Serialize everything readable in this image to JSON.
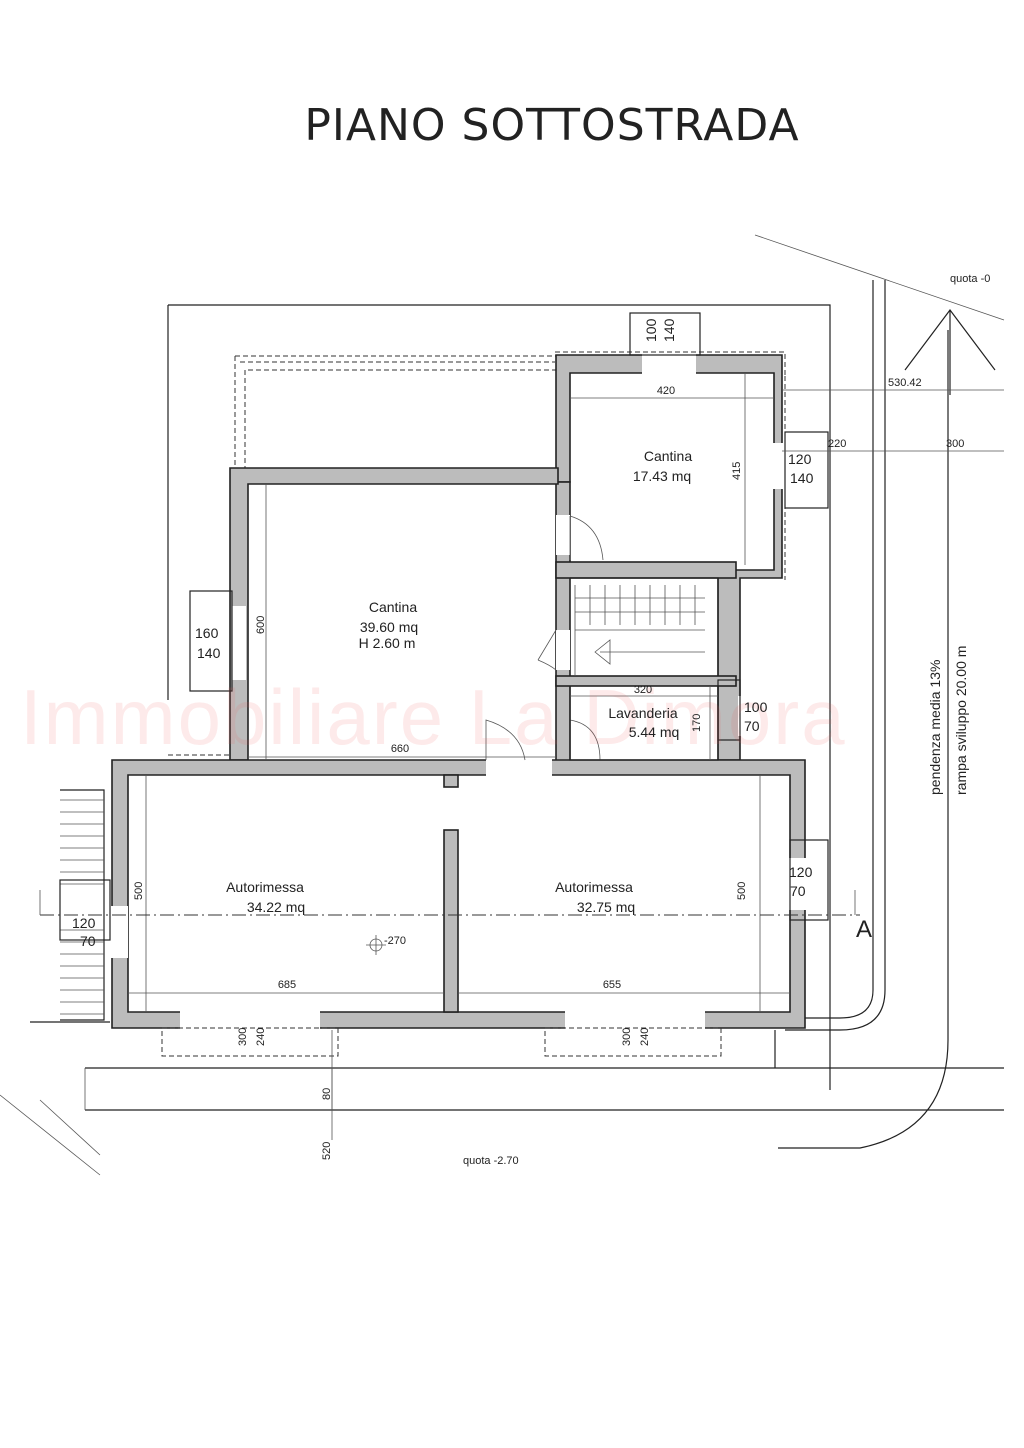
{
  "title": "PIANO SOTTOSTRADA",
  "watermark": "Immobiliare La Dimora",
  "colors": {
    "wall_fill": "#bcbcbc",
    "line": "#222222",
    "watermark": "#ec5a5a"
  },
  "rooms": {
    "cantina_small": {
      "name": "Cantina",
      "area": "17.43 mq"
    },
    "cantina_large": {
      "name": "Cantina",
      "area": "39.60 mq",
      "height": "H 2.60 m"
    },
    "lavanderia": {
      "name": "Lavanderia",
      "area": "5.44 mq"
    },
    "autorimessa_left": {
      "name": "Autorimessa",
      "area": "34.22 mq"
    },
    "autorimessa_right": {
      "name": "Autorimessa",
      "area": "32.75 mq"
    }
  },
  "windows": {
    "top": [
      "100",
      "140"
    ],
    "cantina_right": [
      "120",
      "140"
    ],
    "cantina_left": [
      "160",
      "140"
    ],
    "lavanderia_right": [
      "100",
      "70"
    ],
    "garage_right": [
      "120",
      "70"
    ],
    "garage_left": [
      "120",
      "70"
    ],
    "door_left": [
      "300",
      "240"
    ],
    "door_right": [
      "300",
      "240"
    ]
  },
  "dimensions": {
    "cantina_small_width": "420",
    "cantina_small_depth": "415",
    "cantina_large_depth": "600",
    "cantina_large_width": "660",
    "lavanderia_width": "320",
    "lavanderia_depth": "170",
    "garage_left_depth": "500",
    "garage_right_depth": "500",
    "garage_left_width": "685",
    "garage_right_width": "655",
    "offset_530": "530.42",
    "offset_220": "220",
    "offset_300": "300",
    "yard_depth": "520",
    "sidewalk": "80"
  },
  "labels": {
    "quota_top": "quota -0",
    "quota_yard": "quota -2.70",
    "floor_level": "-270",
    "section": "A",
    "ramp_slope": "pendenza media 13%",
    "ramp_length": "rampa sviluppo 20.00 m"
  }
}
